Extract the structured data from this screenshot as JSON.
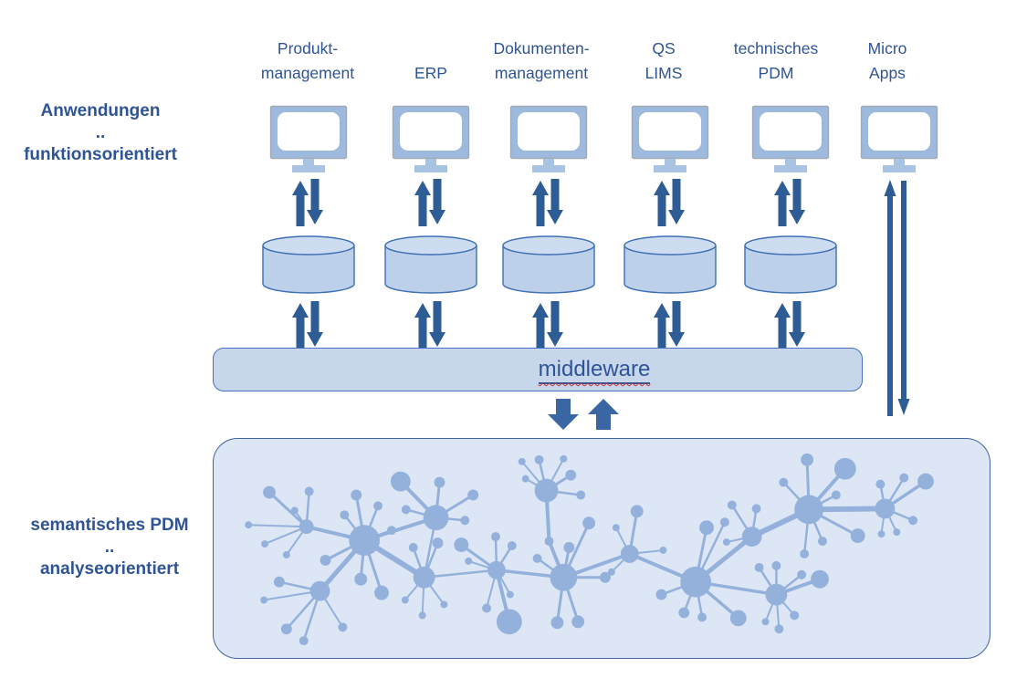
{
  "side_labels": {
    "top": {
      "line1": "Anwendungen",
      "dots": "..",
      "line2": "funktionsorientiert"
    },
    "bottom": {
      "line1": "semantisches PDM",
      "dots": "..",
      "line2": "analyseorientiert"
    }
  },
  "columns": [
    {
      "line1": "Produkt-",
      "line2": "management"
    },
    {
      "line1": "ERP",
      "line2": ""
    },
    {
      "line1": "Dokumenten-",
      "line2": "management"
    },
    {
      "line1": "QS",
      "line2": "LIMS"
    },
    {
      "line1": "technisches",
      "line2": "PDM"
    },
    {
      "line1": "Micro",
      "line2": "Apps"
    }
  ],
  "middleware": {
    "label": "middleware"
  },
  "icons": {
    "monitor": "computer-display",
    "database": "cylinder-datastore",
    "sync_arrows": "small-up-down-arrow-pair",
    "exchange_arrows": "thick-down-up-block-arrow-pair",
    "long_sync_arrows": "tall-up-down-arrow-pair",
    "network": "hub-and-spoke-graph"
  },
  "colors": {
    "text_blue": "#2F5496",
    "arrow_blue": "#2E5C94",
    "block_arrow_blue": "#3A67A3",
    "monitor_fill": "#9DB9DE",
    "monitor_stand": "#A9C3E3",
    "cylinder_body": "#BDD0E9",
    "cylinder_top": "#CDDCF0",
    "cylinder_stroke": "#3E6FB5",
    "middleware_fill": "#C7D6EA",
    "middleware_stroke": "#4472C4",
    "box_fill": "#DCE6F5",
    "box_stroke": "#44669E",
    "network_node": "#94B1DB",
    "spellcheck_red": "#C83232"
  }
}
